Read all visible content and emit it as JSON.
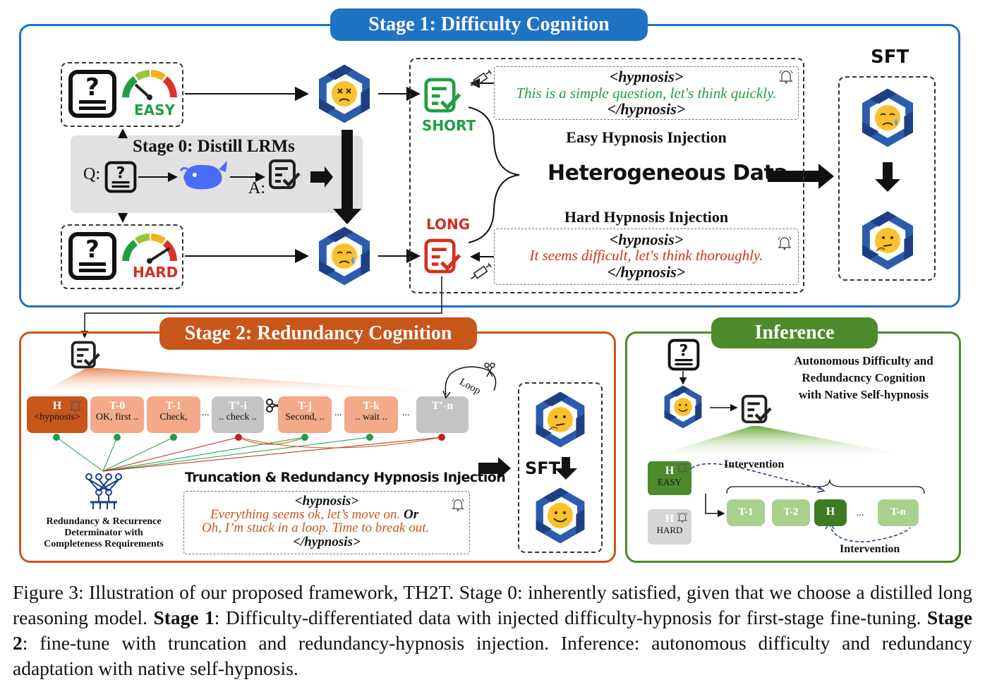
{
  "stage1": {
    "title": "Stage 1: Difficulty Cognition",
    "easy_label": "EASY",
    "hard_label": "HARD",
    "short_label": "SHORT",
    "long_label": "LONG",
    "easy_injection_title": "Easy Hypnosis Injection",
    "hard_injection_title": "Hard Hypnosis Injection",
    "hetero_label": "Heterogeneous Data",
    "hyp_open": "<hypnosis>",
    "hyp_close": "</hypnosis>",
    "easy_text": "This is a simple question, let's think quickly.",
    "hard_text": "It seems difficult, let's think thoroughly.",
    "sft_label": "SFT",
    "colors": {
      "blue": "#1f73c4",
      "green": "#1f9e43",
      "red": "#d4301f"
    }
  },
  "stage0": {
    "title": "Stage 0: Distill LRMs",
    "q_label": "Q:",
    "a_label": "A:"
  },
  "stage2": {
    "title": "Stage 2: Redundancy Cognition",
    "loop_label": "Loop",
    "tokens": [
      {
        "id": "H",
        "text": "<hypnosis>"
      },
      {
        "id": "T-0",
        "text": "OK, first .."
      },
      {
        "id": "T-1",
        "text": "Check,"
      },
      {
        "id": "T’-i",
        "text": ".. check .."
      },
      {
        "id": "T-j",
        "text": "Second, .."
      },
      {
        "id": "T-k",
        "text": ".. wait .."
      },
      {
        "id": "T’-n",
        "text": ""
      }
    ],
    "ellipsis": "...",
    "injection_title": "Truncation & Redundancy Hypnosis Injection",
    "hyp_open": "<hypnosis>",
    "hyp_close": "</hypnosis>",
    "line1": "Everything seems ok, let’s move on.",
    "or_word": "Or",
    "line2": "Oh, I’m stuck in a loop. Time to break out.",
    "determinator": [
      "Redundancy & Recurrence",
      "Determinator with",
      "Completeness Requirements"
    ],
    "sft_label": "SFT",
    "colors": {
      "orange": "#c8561b",
      "token": "#f3a98a",
      "grey": "#c4c4c4",
      "h": "#c8561b"
    }
  },
  "inference": {
    "title": "Inference",
    "desc": [
      "Autonomous Difficulty and",
      "Redundacncy Cognition",
      "with Native Self-hypnosis"
    ],
    "h_label": "H",
    "easy": "EASY",
    "hard": "HARD",
    "intervention_top": "Intervention",
    "intervention_bottom": "Intervention",
    "seq": [
      "T-1",
      "T-2",
      "H",
      "...",
      "T-n"
    ],
    "colors": {
      "green": "#4c8a2c",
      "light": "#a9d18e",
      "dark": "#3f7a27"
    }
  },
  "caption": {
    "fig": "Figure 3: Illustration of our proposed framework, TH2T. Stage 0: inherently satisfied, given that we choose a distilled long reasoning model.",
    "s1": "Stage 1",
    "t1": ": Difficulty-differentiated data with injected difficulty-hypnosis for first-stage fine-tuning.",
    "s2": "Stage 2",
    "t2": ": fine-tune with truncation and redundancy-hypnosis injection. Inference: autonomous difficulty and redundancy adaptation with native self-hypnosis."
  }
}
